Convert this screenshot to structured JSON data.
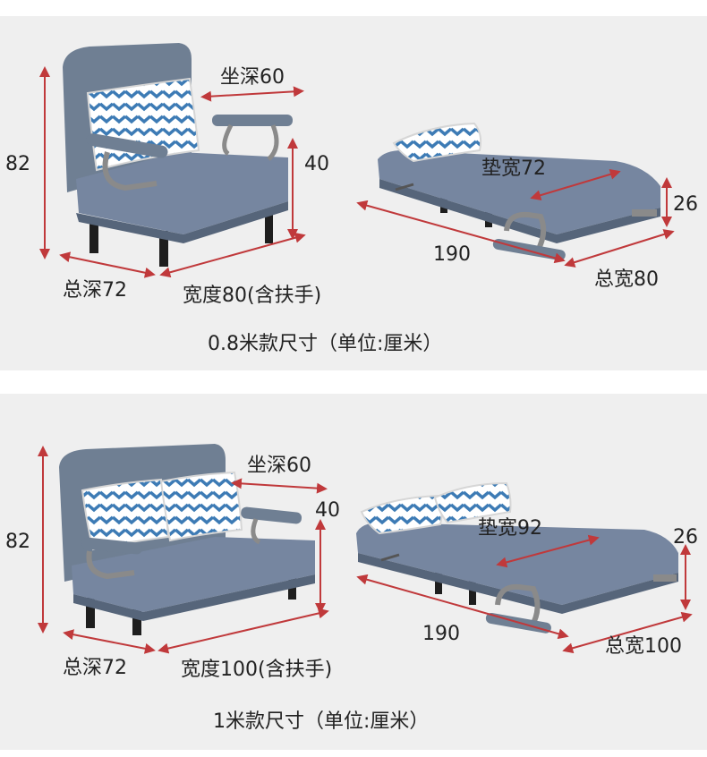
{
  "top_section": {
    "chair_labels": {
      "height": "82",
      "seat_depth": "坐深60",
      "armrest_height": "40",
      "total_depth": "总深72",
      "width": "宽度80(含扶手)"
    },
    "bed_labels": {
      "mattress_width": "垫宽72",
      "mattress_height": "26",
      "length": "190",
      "total_width": "总宽80"
    },
    "caption": "0.8米款尺寸（单位:厘米）"
  },
  "bottom_section": {
    "chair_labels": {
      "height": "82",
      "seat_depth": "坐深60",
      "armrest_height": "40",
      "total_depth": "总深72",
      "width": "宽度100(含扶手)"
    },
    "bed_labels": {
      "mattress_width": "垫宽92",
      "mattress_height": "26",
      "length": "190",
      "total_width": "总宽100"
    },
    "caption": "1米款尺寸（单位:厘米）"
  },
  "colors": {
    "panel_bg": "#efefef",
    "dimension_line": "#c0393b",
    "fabric": "#6f7f93",
    "fabric_dark": "#56657a",
    "pillow_blue": "#3d7bb5",
    "leg": "#1e1e1e",
    "frame": "#8a8a8a"
  },
  "icons": [
    "chevron-pillow-icon",
    "sofa-chair-icon",
    "sofa-bed-icon"
  ]
}
